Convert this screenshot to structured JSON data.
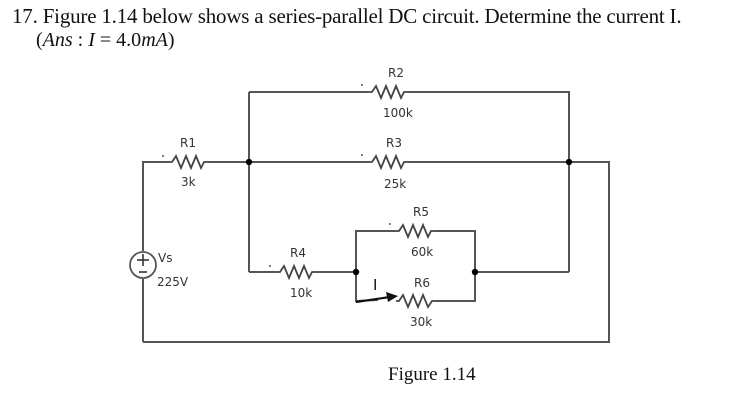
{
  "question": {
    "text": "17. Figure 1.14 below shows a series-parallel DC circuit. Determine the current I.",
    "answer_open": "(",
    "answer_label": "Ans",
    "answer_sep": " : ",
    "answer_var": "I",
    "answer_eq": " = 4.0",
    "answer_unit": "mA",
    "answer_close": ")"
  },
  "circuit": {
    "source": {
      "name": "Vs",
      "value": "225V"
    },
    "resistors": [
      {
        "name": "R1",
        "value": "3k"
      },
      {
        "name": "R2",
        "value": "100k"
      },
      {
        "name": "R3",
        "value": "25k"
      },
      {
        "name": "R4",
        "value": "10k"
      },
      {
        "name": "R5",
        "value": "60k"
      },
      {
        "name": "R6",
        "value": "30k"
      }
    ],
    "current_label": "I"
  },
  "figure_caption": "Figure 1.14"
}
